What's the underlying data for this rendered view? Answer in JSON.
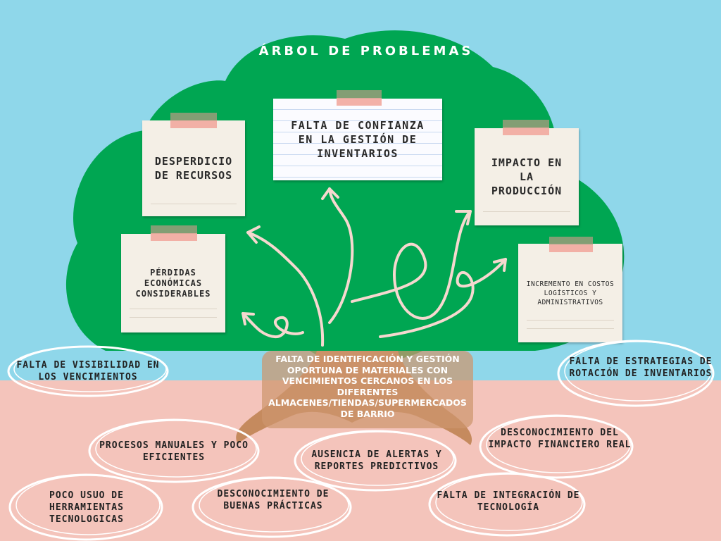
{
  "title": "ÁRBOL DE PROBLEMAS",
  "effects": {
    "desperdicio": "DESPERDICIO DE RECURSOS",
    "confianza": "FALTA DE CONFIANZA EN LA GESTIÓN DE INVENTARIOS",
    "impacto": "IMPACTO EN LA PRODUCCIÓN",
    "perdidas": "PÉRDIDAS ECONÓMICAS CONSIDERABLES",
    "costos": "INCREMENTO EN COSTOS LOGÍSTICOS Y ADMINISTRATIVOS"
  },
  "central_problem": "FALTA DE IDENTIFICACIÓN Y GESTIÓN OPORTUNA DE MATERIALES CON VENCIMIENTOS CERCANOS EN LOS DIFERENTES ALMACENES/TIENDAS/SUPERMERCADOS DE BARRIO",
  "causes": {
    "visibilidad": "FALTA DE VISIBILIDAD EN LOS VENCIMIENTOS",
    "estrategias": "FALTA DE ESTRATEGIAS DE ROTACIÓN DE INVENTARIOS",
    "procesos": "PROCESOS MANUALES Y POCO EFICIENTES",
    "alertas": "AUSENCIA DE ALERTAS Y REPORTES PREDICTIVOS",
    "impacto_financiero": "DESCONOCIMIENTO DEL IMPACTO FINANCIERO REAL",
    "herramientas": "POCO USUO DE HERRAMIENTAS TECNOLOGICAS",
    "practicas": "DESCONOCIMIENTO DE BUENAS PRÁCTICAS",
    "integracion": "FALTA DE INTEGRACIÓN DE TECNOLOGÍA"
  },
  "colors": {
    "sky": "#8fd7ea",
    "ground": "#f4c4bb",
    "tree": "#00a652",
    "trunk": "#c58a5e",
    "arrows": "#f6d8cf",
    "note": "#f4efe6"
  }
}
